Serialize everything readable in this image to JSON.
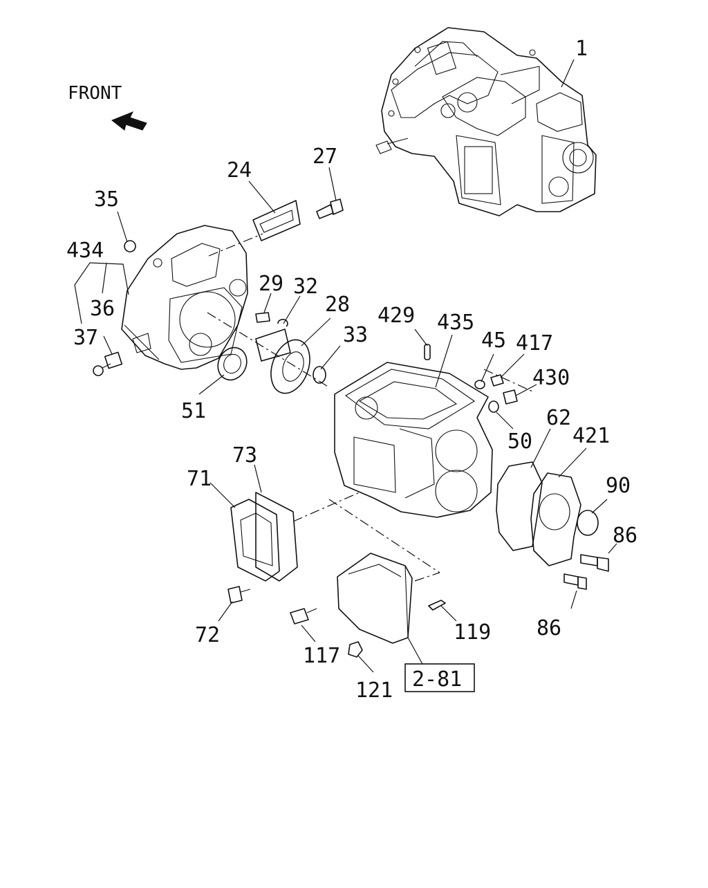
{
  "orientation": {
    "label": "FRONT",
    "icon": "front-arrow-icon"
  },
  "callouts": [
    {
      "id": "1",
      "label": "1"
    },
    {
      "id": "24",
      "label": "24"
    },
    {
      "id": "27",
      "label": "27"
    },
    {
      "id": "35",
      "label": "35"
    },
    {
      "id": "434",
      "label": "434"
    },
    {
      "id": "36",
      "label": "36"
    },
    {
      "id": "37",
      "label": "37"
    },
    {
      "id": "29",
      "label": "29"
    },
    {
      "id": "32",
      "label": "32"
    },
    {
      "id": "28",
      "label": "28"
    },
    {
      "id": "33",
      "label": "33"
    },
    {
      "id": "51",
      "label": "51"
    },
    {
      "id": "429",
      "label": "429"
    },
    {
      "id": "435",
      "label": "435"
    },
    {
      "id": "45",
      "label": "45"
    },
    {
      "id": "417",
      "label": "417"
    },
    {
      "id": "430",
      "label": "430"
    },
    {
      "id": "50",
      "label": "50"
    },
    {
      "id": "62",
      "label": "62"
    },
    {
      "id": "421",
      "label": "421"
    },
    {
      "id": "90",
      "label": "90"
    },
    {
      "id": "86a",
      "label": "86"
    },
    {
      "id": "86b",
      "label": "86"
    },
    {
      "id": "73",
      "label": "73"
    },
    {
      "id": "71",
      "label": "71"
    },
    {
      "id": "72",
      "label": "72"
    },
    {
      "id": "117",
      "label": "117"
    },
    {
      "id": "119",
      "label": "119"
    },
    {
      "id": "121",
      "label": "121"
    }
  ],
  "reference_box": {
    "label": "2-81"
  }
}
